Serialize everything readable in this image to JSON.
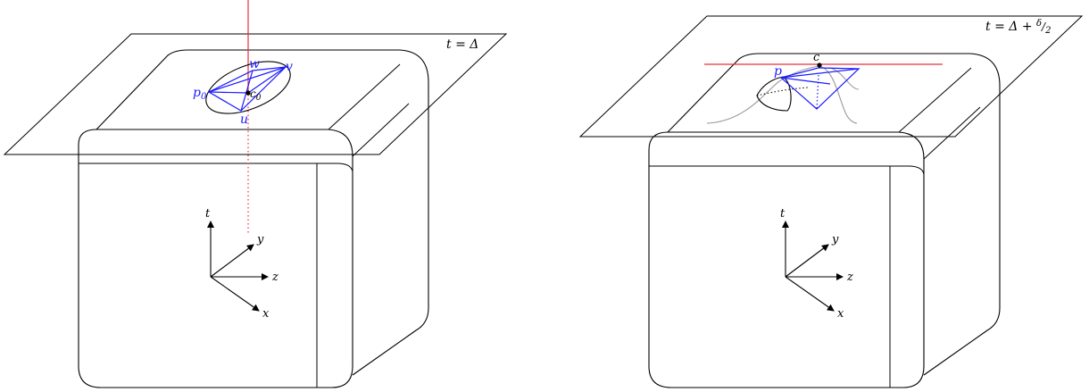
{
  "colors": {
    "outline": "#000000",
    "simplex": "#1a1aff",
    "axis_line": "#e8313c",
    "curve": "#9a9a9a"
  },
  "left_panel": {
    "plane_label": "t = Δ",
    "axes": {
      "t": "t",
      "y": "y",
      "z": "z",
      "x": "x"
    },
    "points": {
      "p0": "p",
      "p0_sub": "0",
      "w": "w",
      "v": "v",
      "u": "u",
      "c0": "c",
      "c0_sub": "0"
    }
  },
  "right_panel": {
    "plane_label": "t = Δ + ",
    "plane_label_frac_num": "δ",
    "plane_label_frac_den": "2",
    "axes": {
      "t": "t",
      "y": "y",
      "z": "z",
      "x": "x"
    },
    "points": {
      "p": "p",
      "c": "c"
    }
  }
}
